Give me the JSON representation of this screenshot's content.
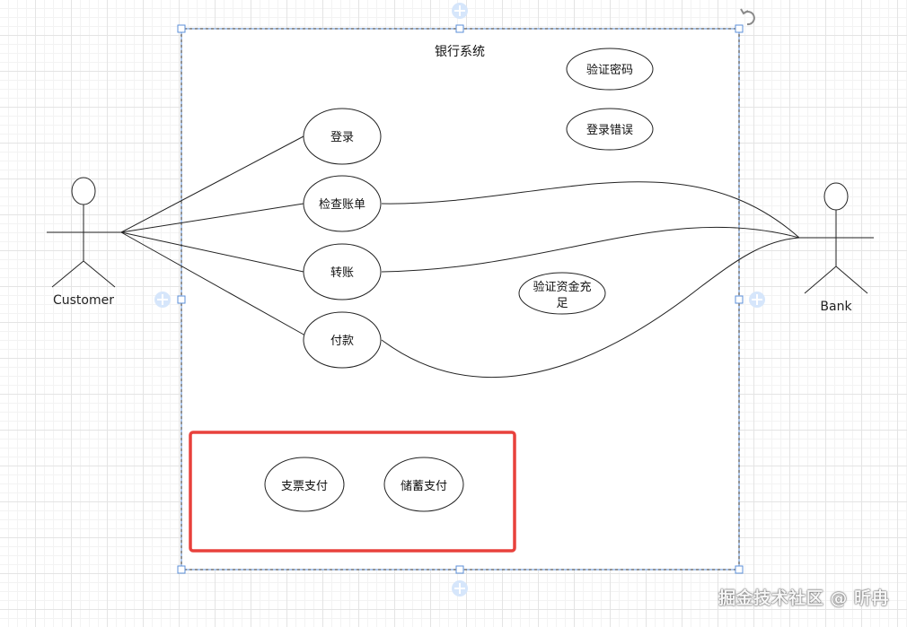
{
  "system": {
    "title": "银行系统"
  },
  "actors": {
    "customer": "Customer",
    "bank": "Bank"
  },
  "use_cases": {
    "login": "登录",
    "check_bill": "检查账单",
    "transfer": "转账",
    "payment": "付款",
    "verify_password": "验证密码",
    "login_error": "登录错误",
    "verify_funds_line1": "验证资金充",
    "verify_funds_line2": "足",
    "cheque_payment": "支票支付",
    "savings_payment": "储蓄支付"
  },
  "colors": {
    "selection": "#5b8fd9",
    "highlight": "#e8413c",
    "handle_fill": "#d6e6fb"
  },
  "watermark": "掘金技术社区 @ 昕冉"
}
